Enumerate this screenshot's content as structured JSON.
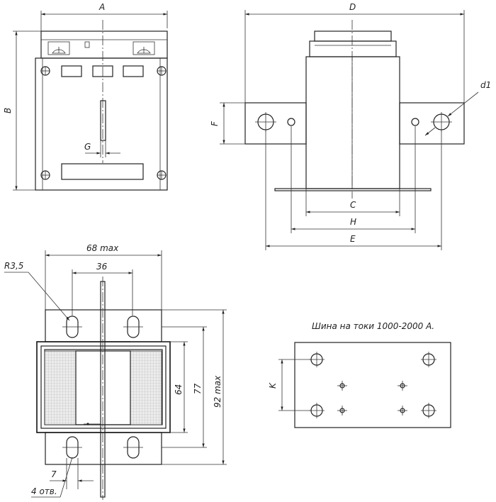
{
  "labels": {
    "A": "A",
    "B": "B",
    "G": "G",
    "D": "D",
    "F": "F",
    "d1": "d1",
    "C": "C",
    "H": "H",
    "E": "E",
    "r": "R3,5",
    "w68": "68 max",
    "w36": "36",
    "h64": "64",
    "h77": "77",
    "h92": "92 max",
    "s7": "7",
    "holes": "4 отв.",
    "K": "K",
    "bus_caption": "Шина на токи 1000-2000 А."
  }
}
